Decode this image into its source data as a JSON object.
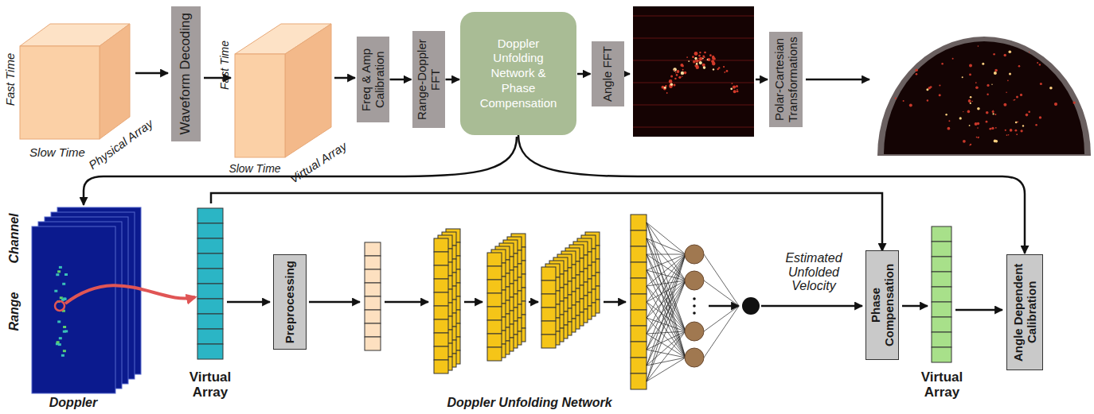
{
  "diagram": {
    "nodes": [
      {
        "text": [
          "Waveform Decoding"
        ]
      },
      {
        "text": [
          "Freq & Amp Calibration"
        ]
      },
      {
        "text": [
          "Range-Doppler FFT"
        ]
      },
      {
        "text": [
          "Doppler Unfolding Network & Phase Compensation"
        ]
      },
      {
        "text": [
          "Angle FFT"
        ]
      },
      {
        "text": [
          "Polar-Cartesian Transformations"
        ]
      },
      {
        "text": [
          "Preprocessing"
        ]
      },
      {
        "text": [
          "Phase Compensation"
        ]
      },
      {
        "text": [
          "Angle Dependent Calibration"
        ]
      }
    ],
    "edges": [
      {
        "from": 1,
        "to": 2,
        "arrow": "to"
      },
      {
        "from": 2,
        "to": 3,
        "arrow": "to"
      },
      {
        "from": 3,
        "to": 4,
        "arrow": "to"
      },
      {
        "from": 3,
        "to": 8,
        "arrow": "to"
      }
    ],
    "labels": [
      "Fast Time",
      "Slow Time",
      "Physical Array",
      "Fast Time",
      "Slow Time",
      "Virtual Array",
      "Channel",
      "Range",
      "Doppler",
      "Virtual Array",
      "Doppler Unfolding Network",
      "Estimated Unfolded Velocity",
      "Virtual Array"
    ]
  }
}
